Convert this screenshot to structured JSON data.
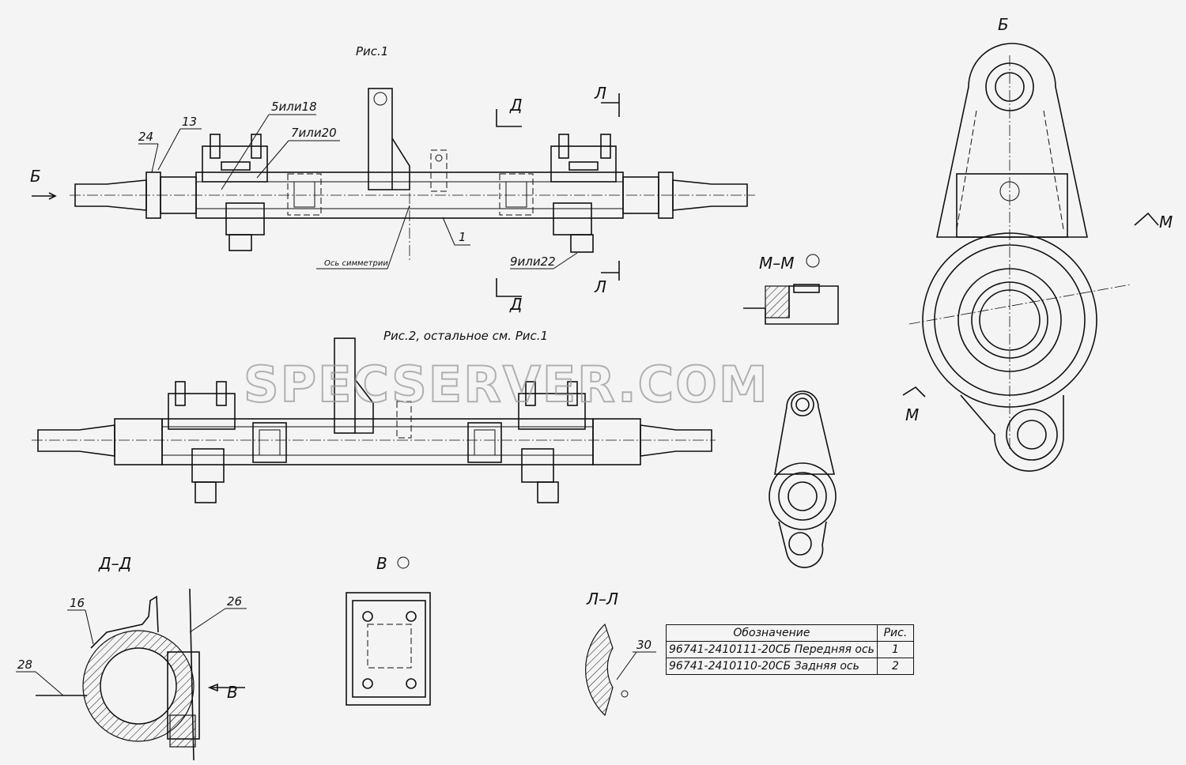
{
  "figures": {
    "fig1": "Рис.1",
    "fig2": "Рис.2,  остальное см. Рис.1"
  },
  "section_labels": {
    "b": "Б",
    "b_top": "Б",
    "d1": "Д",
    "d2": "Д",
    "l1": "Л",
    "l2": "Л",
    "m1": "М",
    "m2": "М",
    "mm": "М–М",
    "dd": "Д–Д",
    "ll": "Л–Л",
    "v": "В",
    "v_arrow": "В"
  },
  "callouts": {
    "c1": "1",
    "c13": "13",
    "c24": "24",
    "c5": "5или18",
    "c7": "7или20",
    "c9": "9или22",
    "c16": "16",
    "c26": "26",
    "c28": "28",
    "c30": "30",
    "axis": "Ось симметрии"
  },
  "spec_table": {
    "headers": [
      "Обозначение",
      "Рис."
    ],
    "rows": [
      {
        "designation": "96741-2410111-20СБ Передняя ось",
        "fig": "1"
      },
      {
        "designation": "96741-2410110-20СБ Задняя ось",
        "fig": "2"
      }
    ]
  },
  "watermark": "SPECSERVER.COM"
}
